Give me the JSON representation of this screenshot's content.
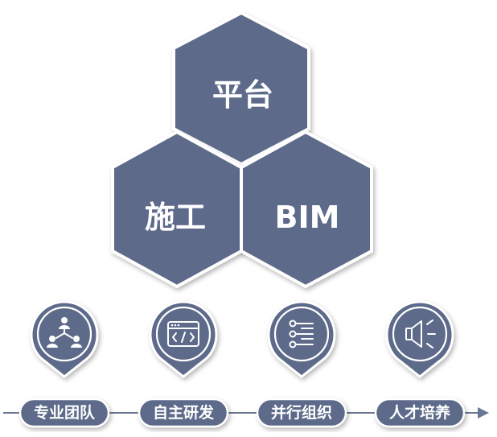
{
  "hexagons": [
    {
      "id": "top",
      "label": "平台"
    },
    {
      "id": "left",
      "label": "施工"
    },
    {
      "id": "right",
      "label": "BIM"
    }
  ],
  "pillars": [
    {
      "icon": "team-network-icon",
      "label": "专业团队"
    },
    {
      "icon": "code-window-icon",
      "label": "自主研发"
    },
    {
      "icon": "list-settings-icon",
      "label": "并行组织"
    },
    {
      "icon": "speaker-icon",
      "label": "人才培养"
    }
  ],
  "colors": {
    "primary": "#5d6b8a",
    "line": "#6a7794",
    "text": "#ffffff"
  }
}
